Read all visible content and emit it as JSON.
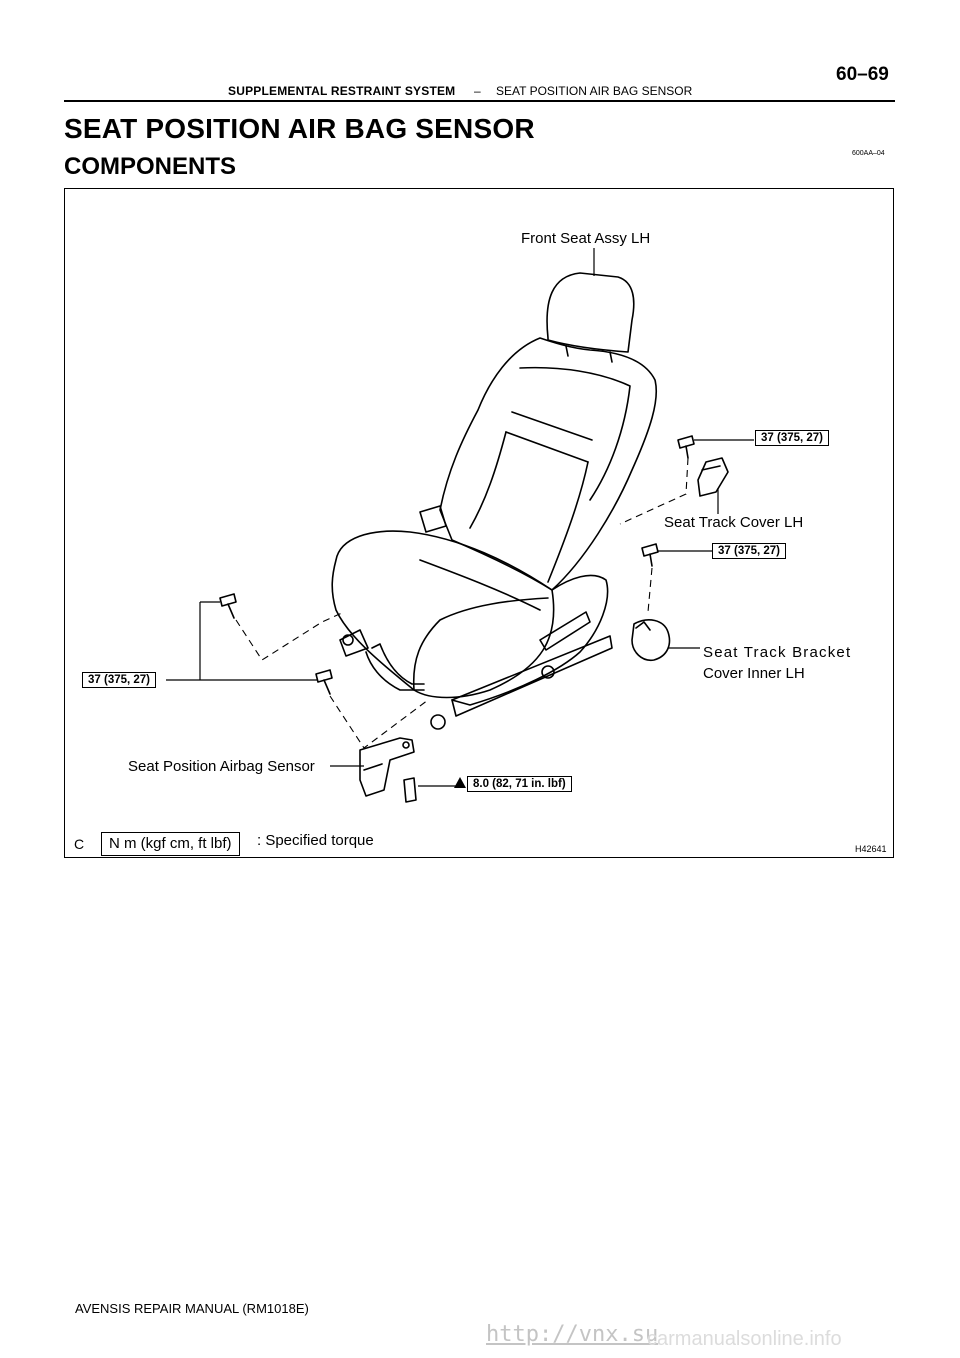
{
  "header": {
    "section": "SUPPLEMENTAL RESTRAINT SYSTEM",
    "separator": "–",
    "subsection": "SEAT POSITION AIR BAG SENSOR",
    "page_number": "60–69"
  },
  "title": "SEAT POSITION AIR BAG SENSOR",
  "subtitle": "COMPONENTS",
  "doc_id": "600AA–04",
  "figure": {
    "labels": {
      "front_seat": "Front Seat Assy LH",
      "track_cover": "Seat Track Cover LH",
      "bracket_cover_1": "Seat Track Bracket",
      "bracket_cover_2": "Cover Inner LH",
      "sensor": "Seat Position Airbag Sensor"
    },
    "torques": {
      "top_right": "37 (375, 27)",
      "mid_right": "37 (375, 27)",
      "left": "37 (375, 27)",
      "sensor_bolt": "8.0 (82, 71 in. lbf)"
    },
    "legend_box": "N m (kgf cm, ft lbf)",
    "legend_text": ": Specified torque",
    "corner_letter": "C",
    "figure_id": "H42641"
  },
  "footer": "AVENSIS REPAIR MANUAL   (RM1018E)",
  "watermark": "http://vnx.su",
  "watermark2": "carmanualsonline.info"
}
